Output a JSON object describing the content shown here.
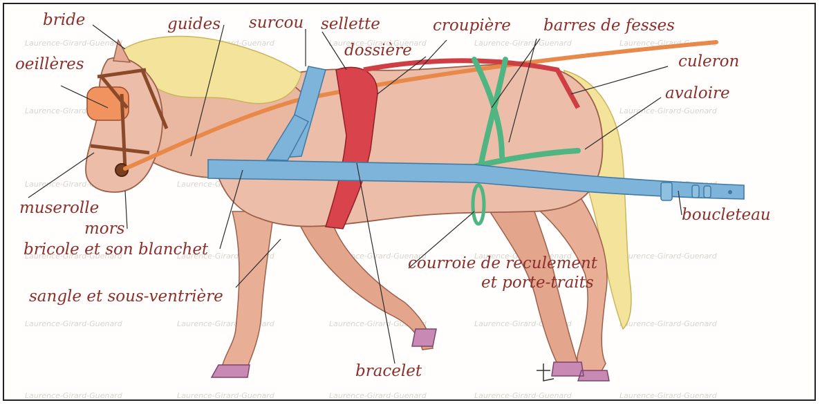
{
  "colors": {
    "label": "#8a2f2c",
    "horse_body": "#e9b7a2",
    "mane": "#f4e39a",
    "trace_blue": "#7fb4da",
    "saddle_red": "#d9434b",
    "breeching_green": "#4fb583",
    "rein_orange": "#e8894a"
  },
  "watermark": "Laurence-Girard-Guenard",
  "labels": {
    "bride": "bride",
    "guides": "guides",
    "surcou": "surcou",
    "sellette": "sellette",
    "croupiere": "croupière",
    "barres_de_fesses": "barres de fesses",
    "oeilleres": "oeillères",
    "dossiere": "dossière",
    "culeron": "culeron",
    "avaloire": "avaloire",
    "muserolle": "muserolle",
    "mors": "mors",
    "boucleteau": "boucleteau",
    "bricole": "bricole et son blanchet",
    "courroie_line1": "courroie de reculement",
    "courroie_line2": "et porte-traits",
    "sangle": "sangle et sous-ventrière",
    "bracelet": "bracelet"
  }
}
